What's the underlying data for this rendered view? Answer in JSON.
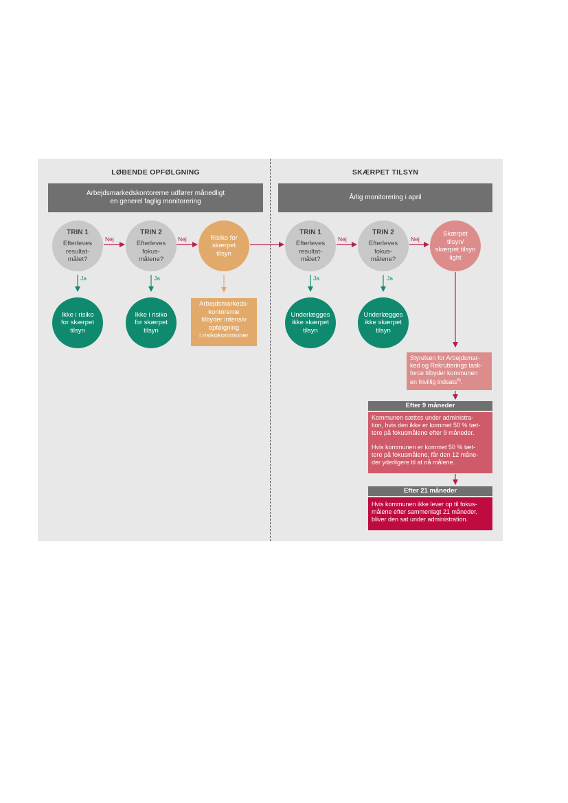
{
  "left": {
    "title": "LØBENDE OPFØLGNING",
    "banner": "Arbejdsmarkedskontorerne udfører månedligt\nen generel faglig monitorering",
    "step1": {
      "trin": "TRIN 1",
      "question": "Efterleves\nresultat-\nmålet?"
    },
    "step2": {
      "trin": "TRIN 2",
      "question": "Efterleves\nfokus-\nmålene?"
    },
    "risk": "Risiko for\nskærpet\ntilsyn",
    "outcome1": "Ikke i risiko\nfor skærpet\ntilsyn",
    "outcome2": "Ikke i risiko\nfor skærpet\ntilsyn",
    "risk_box": "Arbejdsmarkeds-\nkontorerne\ntilbyder intensiv\nopfølgning\ni risikokommuner"
  },
  "right": {
    "title": "SKÆRPET TILSYN",
    "banner": "Årlig monitorering i april",
    "step1": {
      "trin": "TRIN 1",
      "question": "Efterleves\nresultat-\nmålet?"
    },
    "step2": {
      "trin": "TRIN 2",
      "question": "Efterleves\nfokus-\nmålene?"
    },
    "skaerpet": "Skærpet\ntilsyn/\nskærpet tilsyn\nlight",
    "outcome1": "Underlægges\nikke skærpet\ntilsyn",
    "outcome2": "Underlægges\nikke skærpet\ntilsyn",
    "taskforce": "Styrelsen for Arbejdsmar-\nked og Rekrutterings task-\nforce tilbyder kommunen\nen frivillig indsats",
    "taskforce_footnote": "8)",
    "stage9_label": "Efter 9 måneder",
    "stage9_text1": "Kommunen sættes under administra-\ntion, hvis den ikke er kommet 50 % tæt-\ntere på fokusmålene efter 9 måneder.",
    "stage9_text2": "Hvis kommunen er kommet 50 % tæt-\ntere på fokusmålene, får den 12 måne-\nder yderligere til at nå målene.",
    "stage21_label": "Efter 21 måneder",
    "stage21_text": "Hvis kommunen ikke lever op til fokus-\nmålene efter sammenlagt 21 måneder,\nbliver den sat under administration."
  },
  "labels": {
    "nej": "Nej",
    "ja": "Ja"
  },
  "colors": {
    "grey_circle": "#c8c8c8",
    "green": "#0f8a6e",
    "orange": "#e2aa6a",
    "pink": "#dd8c8c",
    "red_box": "#cf5a69",
    "dark_red": "#bf0b3f",
    "arrow_nej": "#b6204a"
  }
}
